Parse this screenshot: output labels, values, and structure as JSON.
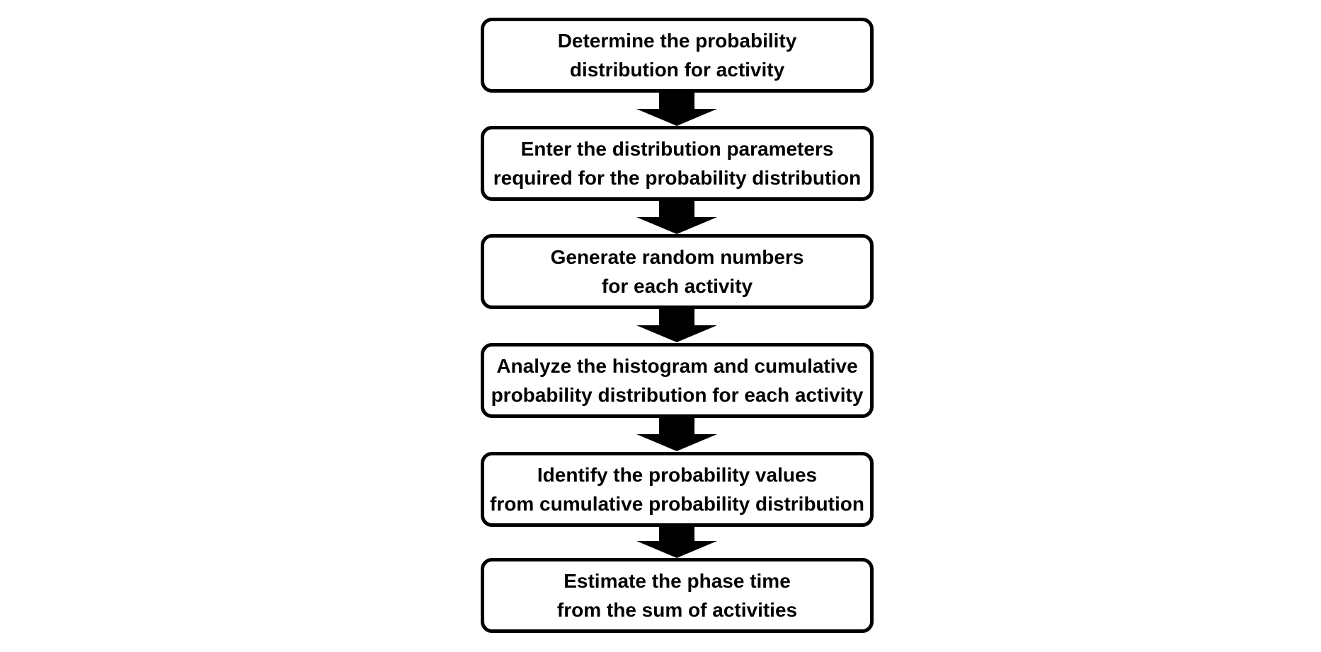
{
  "flowchart": {
    "steps": [
      {
        "line1": "Determine the probability",
        "line2": "distribution for activity"
      },
      {
        "line1": "Enter the distribution parameters",
        "line2": "required for the probability distribution"
      },
      {
        "line1": "Generate random numbers",
        "line2": "for each activity"
      },
      {
        "line1": "Analyze the histogram and cumulative",
        "line2": "probability distribution for each activity"
      },
      {
        "line1": "Identify the probability values",
        "line2": "from cumulative probability distribution"
      },
      {
        "line1": "Estimate the phase time",
        "line2": "from the sum of activities"
      }
    ],
    "colors": {
      "border": "#000000",
      "arrow": "#000000",
      "text": "#000000",
      "background": "#ffffff"
    }
  }
}
